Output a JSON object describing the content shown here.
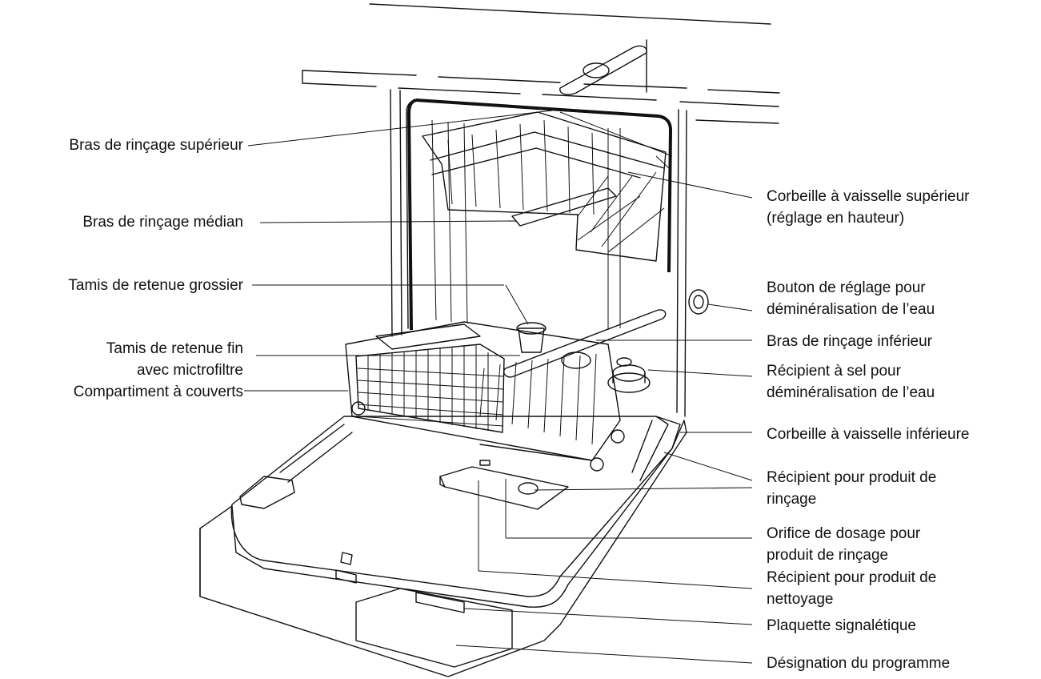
{
  "diagram": {
    "labels_left": [
      {
        "id": "bras-superieur",
        "lines": [
          "Bras de rinçage supérieur"
        ]
      },
      {
        "id": "bras-median",
        "lines": [
          "Bras de rinçage médian"
        ]
      },
      {
        "id": "tamis-grossier",
        "lines": [
          "Tamis de retenue grossier"
        ]
      },
      {
        "id": "tamis-fin",
        "lines": [
          "Tamis de retenue fin",
          "avec mictrofiltre"
        ]
      },
      {
        "id": "compartiment-couverts",
        "lines": [
          "Compartiment à couverts"
        ]
      }
    ],
    "labels_right": [
      {
        "id": "corbeille-superieur",
        "lines": [
          "Corbeille à vaisselle supérieur",
          "(réglage en hauteur)"
        ]
      },
      {
        "id": "bouton-reglage",
        "lines": [
          "Bouton de réglage pour",
          "déminéralisation de l’eau"
        ]
      },
      {
        "id": "bras-inferieur",
        "lines": [
          "Bras de rinçage inférieur"
        ]
      },
      {
        "id": "recipient-sel",
        "lines": [
          "Récipient à sel pour",
          "déminéralisation de l’eau"
        ]
      },
      {
        "id": "corbeille-inferieure",
        "lines": [
          "Corbeille à vaisselle inférieure"
        ]
      },
      {
        "id": "recipient-rincage",
        "lines": [
          "Récipient pour produit de",
          "rinçage"
        ]
      },
      {
        "id": "orifice-dosage",
        "lines": [
          "Orifice de dosage pour",
          "produit de rinçage"
        ]
      },
      {
        "id": "recipient-nettoyage",
        "lines": [
          "Récipient pour produit de",
          "nettoyage"
        ]
      },
      {
        "id": "plaquette",
        "lines": [
          "Plaquette signalétique"
        ]
      },
      {
        "id": "designation-programme",
        "lines": [
          "Désignation du programme"
        ]
      }
    ]
  }
}
